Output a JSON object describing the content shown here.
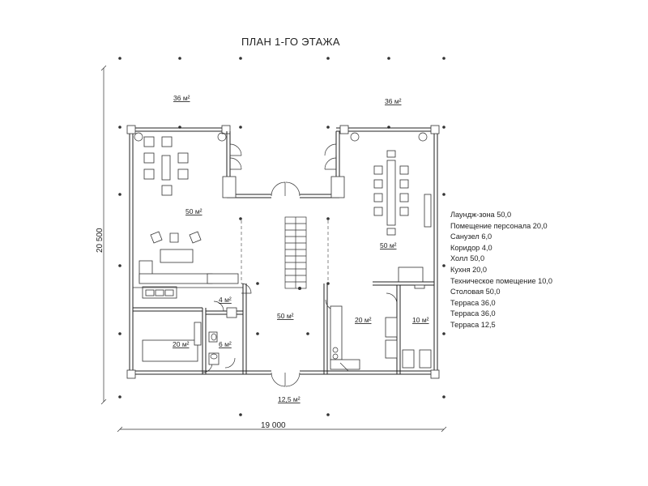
{
  "plan": {
    "title": "ПЛАН 1-ГО ЭТАЖА",
    "rooms": [
      {
        "id": "terrace-left",
        "area": "36 м²"
      },
      {
        "id": "terrace-right",
        "area": "36 м²"
      },
      {
        "id": "lounge",
        "area": "50 м²"
      },
      {
        "id": "dining",
        "area": "50 м²"
      },
      {
        "id": "corridor",
        "area": "4 м²"
      },
      {
        "id": "hall",
        "area": "50 м²"
      },
      {
        "id": "staff-room",
        "area": "20 м²"
      },
      {
        "id": "bathroom",
        "area": "6 м²"
      },
      {
        "id": "kitchen",
        "area": "20 м²"
      },
      {
        "id": "technical",
        "area": "10 м²"
      },
      {
        "id": "terrace-front",
        "area": "12,5 м²"
      }
    ],
    "dimensions": {
      "width": "19 000",
      "height": "20 500"
    },
    "legend": [
      "Лаундж-зона 50,0",
      "Помещение персонала 20,0",
      "Санузел 6,0",
      "Коридор 4,0",
      "Холл 50,0",
      "Кухня 20,0",
      "Техническое помещение 10,0",
      "Столовая 50,0",
      "Терраса 36,0",
      "Терраса 36,0",
      "Терраса 12,5"
    ]
  }
}
